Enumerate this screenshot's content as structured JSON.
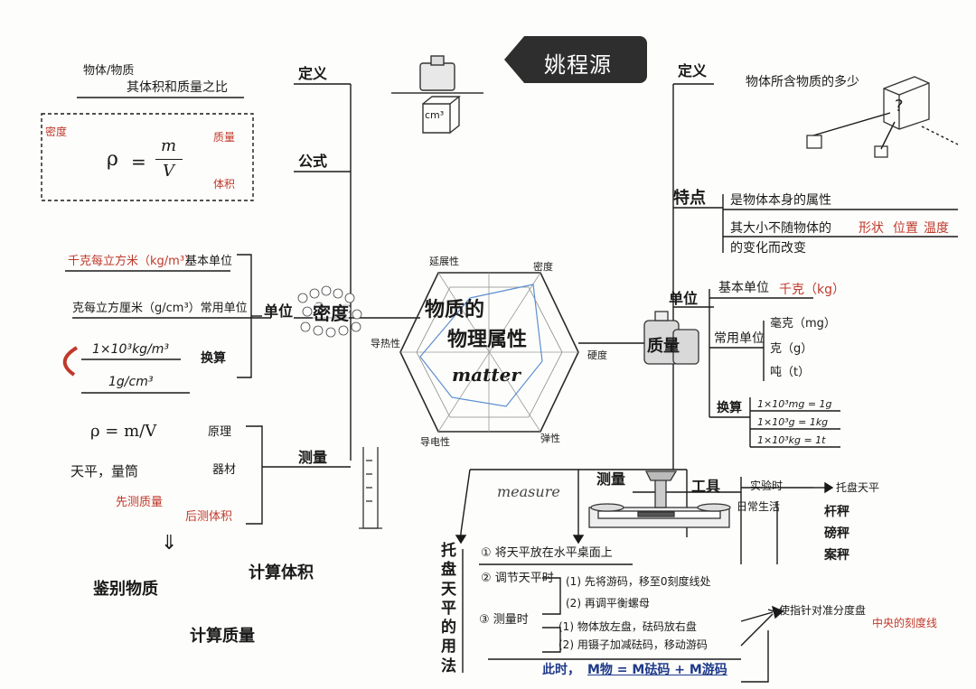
{
  "author_tag": "姚程源",
  "center": {
    "line1": "物质的",
    "line2": "物理属性",
    "line3": "matter"
  },
  "hexagon_labels": {
    "top_left": "延展性",
    "top_right": "密度",
    "left": "导热性",
    "right": "硬度",
    "bottom_left": "导电性",
    "bottom_right": "弹性"
  },
  "density": {
    "label": "密度",
    "definition": {
      "label": "定义",
      "line1": "物体/物质",
      "line2": "其体积和质量之比"
    },
    "formula": {
      "label": "公式",
      "rho_label": "密度",
      "mass_label": "质量",
      "volume_label": "体积",
      "symbol_rho": "ρ",
      "equals": "=",
      "numerator": "m",
      "denominator": "V"
    },
    "unit": {
      "label": "单位",
      "si_unit": "千克每立方米（kg/m³）",
      "si_tag": "基本单位",
      "common_unit": "克每立方厘米（g/cm³）常用单位",
      "conv1": "1×10³kg/m³",
      "conv2": "1g/cm³",
      "conv_tag": "换算"
    },
    "measure": {
      "label": "测量",
      "formula": "ρ = m/V",
      "principle": "原理",
      "tools": "天平，量筒",
      "tools_tag": "器材",
      "step1": "先测质量",
      "step2": "后测体积",
      "arrow": "⇓",
      "note1": "鉴别物质",
      "note2": "计算体积",
      "note3": "计算质量"
    }
  },
  "mass": {
    "label": "质量",
    "definition": {
      "label": "定义",
      "text": "物体所含物质的多少"
    },
    "feature": {
      "label": "特点",
      "line1": "是物体本身的属性",
      "line2a": "其大小不随物体的",
      "shape": "形状",
      "position": "位置",
      "state": "温度",
      "line3": "的变化而改变"
    },
    "unit": {
      "label": "单位",
      "base": "基本单位",
      "base_value": "千克（kg）",
      "common": "常用单位",
      "mg": "毫克（mg）",
      "g": "克（g）",
      "t": "吨（t）",
      "conv_label": "换算",
      "conv1": "1×10³mg = 1g",
      "conv2": "1×10³g = 1kg",
      "conv3": "1×10³kg = 1t"
    },
    "measure": {
      "label": "测量",
      "tool_label": "工具",
      "measure_word": "measure",
      "lab": "实验时",
      "lab_tool": "托盘天平",
      "daily": "日常生活",
      "daily_tools": [
        "杆秤",
        "磅秤",
        "案秤"
      ],
      "method_title": "托盘天平的用法",
      "step1": "① 将天平放在水平桌面上",
      "step2_label": "② 调节天平时",
      "step2_a": "(1) 先将游码，移至0刻度线处",
      "step2_b": "(2) 再调平衡螺母",
      "step3_label": "③ 测量时",
      "step3_a": "(1) 物体放左盘，砝码放右盘",
      "step3_b": "(2) 用镊子加减砝码，移动游码",
      "balance_target": "使指针对准分度盘",
      "balance_target_red": "中央的刻度线",
      "result_prefix": "此时，",
      "result_formula": "M物 = M砝码 + M游码"
    }
  },
  "icons": {
    "cube_question": "?",
    "cm_label": "cm³"
  }
}
